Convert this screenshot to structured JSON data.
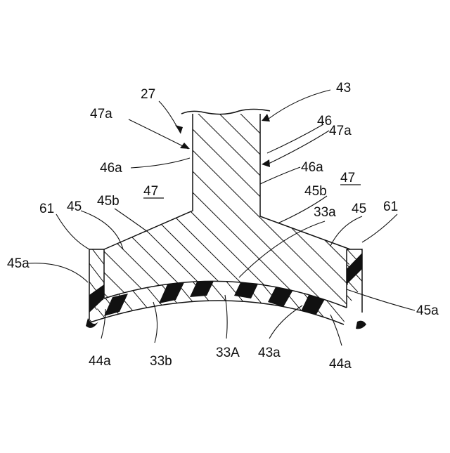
{
  "labels": {
    "l27": "27",
    "l43": "43",
    "l47a_left": "47a",
    "l47a_right": "47a",
    "l46": "46",
    "l46a_left": "46a",
    "l46a_right": "46a",
    "l47_left": "47",
    "l47_right": "47",
    "l45b_left": "45b",
    "l45b_right": "45b",
    "l45_left": "45",
    "l45_right": "45",
    "l61_left": "61",
    "l61_right": "61",
    "l33a": "33a",
    "l45a_left": "45a",
    "l45a_right": "45a",
    "l44a_left": "44a",
    "l44a_right": "44a",
    "l33b": "33b",
    "l33A": "33A",
    "l43a": "43a"
  }
}
